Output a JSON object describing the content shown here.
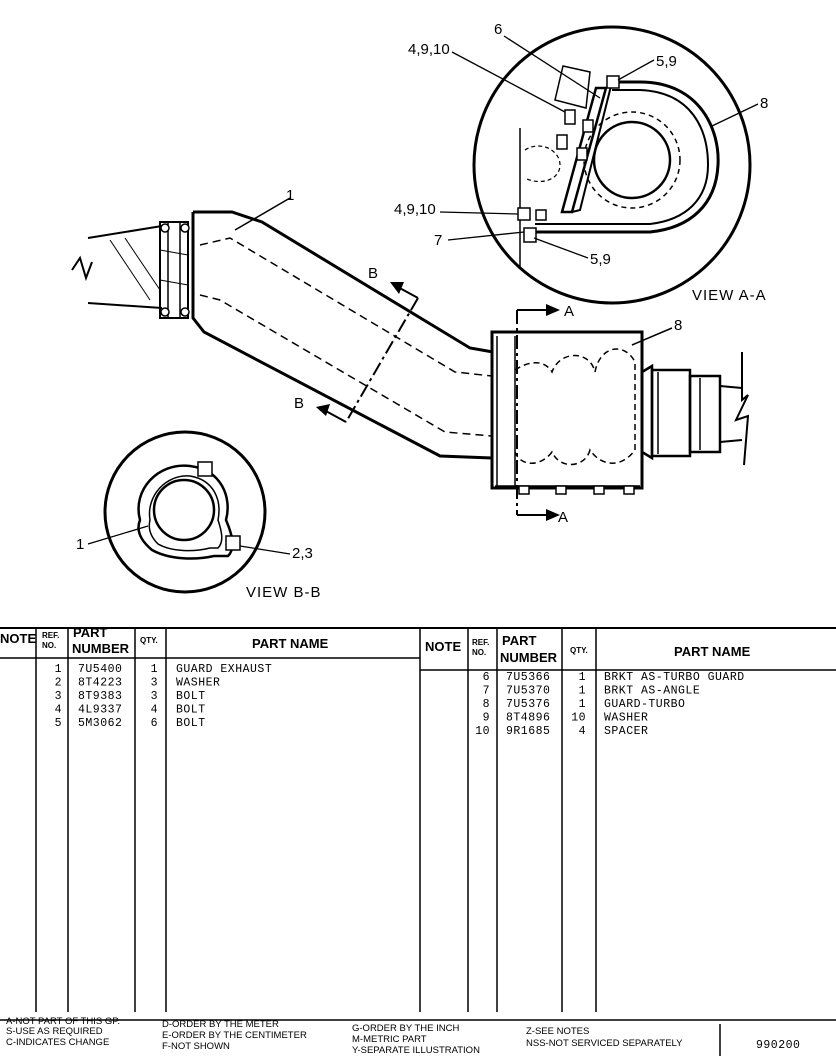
{
  "labels": {
    "l1": "1",
    "view_a_4_9_10_top": "4,9,10",
    "view_a_6": "6",
    "view_a_5_9_top": "5,9",
    "view_a_8": "8",
    "view_a_4_9_10_bot": "4,9,10",
    "view_a_7": "7",
    "view_a_5_9_bot": "5,9",
    "main_8": "8",
    "section_a_top": "A",
    "section_a_bot": "A",
    "section_b_top": "B",
    "section_b_bot": "B",
    "view_b_1": "1",
    "view_b_2_3": "2,3",
    "view_a_title": "VIEW A-A",
    "view_b_title": "VIEW B-B"
  },
  "table": {
    "headers": {
      "note": "NOTE",
      "ref_line1": "REF.",
      "ref_line2": "NO.",
      "part_line1": "PART",
      "part_line2": "NUMBER",
      "qty": "QTY.",
      "part_name": "PART NAME"
    },
    "left": [
      {
        "ref": "1",
        "part": "7U5400",
        "qty": "1",
        "name": "GUARD EXHAUST"
      },
      {
        "ref": "2",
        "part": "8T4223",
        "qty": "3",
        "name": "WASHER"
      },
      {
        "ref": "3",
        "part": "8T9383",
        "qty": "3",
        "name": "BOLT"
      },
      {
        "ref": "4",
        "part": "4L9337",
        "qty": "4",
        "name": "BOLT"
      },
      {
        "ref": "5",
        "part": "5M3062",
        "qty": "6",
        "name": "BOLT"
      }
    ],
    "right": [
      {
        "ref": "6",
        "part": "7U5366",
        "qty": "1",
        "name": "BRKT AS-TURBO GUARD"
      },
      {
        "ref": "7",
        "part": "7U5370",
        "qty": "1",
        "name": "BRKT AS-ANGLE"
      },
      {
        "ref": "8",
        "part": "7U5376",
        "qty": "1",
        "name": "GUARD-TURBO"
      },
      {
        "ref": "9",
        "part": "8T4896",
        "qty": "10",
        "name": "WASHER"
      },
      {
        "ref": "10",
        "part": "9R1685",
        "qty": "4",
        "name": "SPACER"
      }
    ]
  },
  "footer": {
    "col1": [
      "A-NOT PART OF THIS GP.",
      "S-USE AS REQUIRED",
      "C-INDICATES CHANGE"
    ],
    "col2": [
      "D-ORDER BY THE METER",
      "E-ORDER BY THE CENTIMETER",
      "F-NOT SHOWN"
    ],
    "col3": [
      "G-ORDER BY THE INCH",
      "M-METRIC PART",
      "Y-SEPARATE ILLUSTRATION"
    ],
    "col4": [
      "Z-SEE NOTES",
      "NSS-NOT SERVICED SEPARATELY"
    ],
    "code": "990200"
  }
}
